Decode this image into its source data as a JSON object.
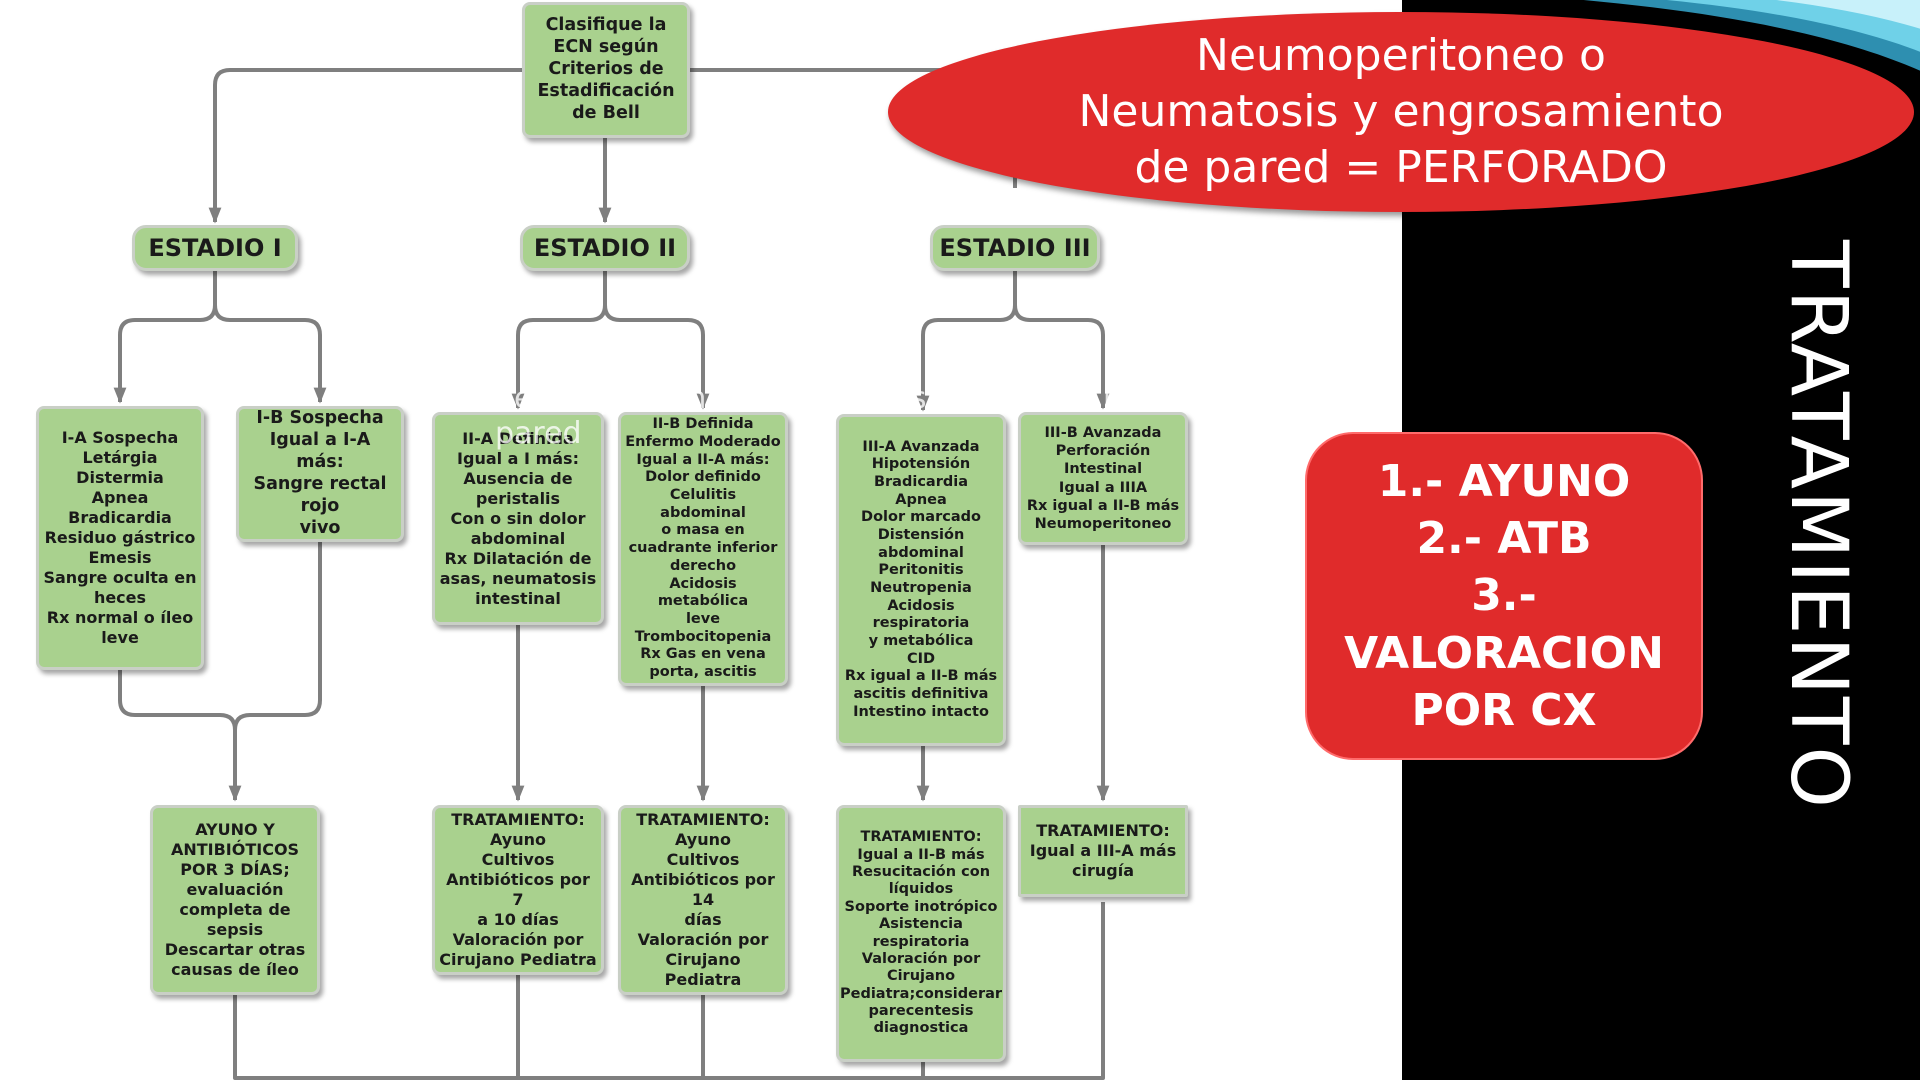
{
  "colors": {
    "node_fill": "#a9d18e",
    "connector": "#7f7f7f",
    "accent_red": "#e02b2b",
    "panel_black": "#000000"
  },
  "diagram": {
    "root": "Clasifique la\nECN según\nCriterios de\nEstadificación\nde Bell",
    "stages": [
      "ESTADIO I",
      "ESTADIO II",
      "ESTADIO III"
    ],
    "criteria": {
      "ia": "I-A Sospecha\nLetárgia\nDistermia\nApnea\nBradicardia\nResiduo gástrico\nEmesis\nSangre oculta en\nheces\nRx normal o íleo\nleve",
      "ib": "I-B Sospecha\nIgual a I-A más:\nSangre rectal\nrojo\nvivo",
      "iia": "II-A Definida\nIgual a I más:\nAusencia de\nperistalis\nCon o sin dolor\nabdominal\nRx Dilatación de\nasas, neumatosis\nintestinal",
      "iib": "II-B Definida\nEnfermo Moderado\nIgual a II-A más:\nDolor definido\nCelulitis abdominal\no masa en\ncuadrante inferior\nderecho\nAcidosis metabólica\nleve\nTrombocitopenia\nRx Gas en vena\nporta, ascitis",
      "iiia": "III-A Avanzada\nHipotensión\nBradicardia\nApnea\nDolor marcado\nDistensión\nabdominal\nPeritonitis\nNeutropenia\nAcidosis\nrespiratoria\ny metabólica\nCID\nRx igual a II-B más\nascitis definitiva\nIntestino intacto",
      "iiib": "III-B Avanzada\nPerforación\nIntestinal\nIgual a IIIA\nRx igual a II-B más\nNeumoperitoneo"
    },
    "treatments": {
      "i": "AYUNO Y\nANTIBIÓTICOS\nPOR 3 DÍAS;\nevaluación\ncompleta de\nsepsis\nDescartar otras\ncausas de íleo",
      "iia": "TRATAMIENTO:\nAyuno\nCultivos\nAntibióticos por 7\na 10 días\nValoración por\nCirujano Pediatra",
      "iib": "TRATAMIENTO:\nAyuno\nCultivos\nAntibióticos por\n14\ndías\nValoración por\nCirujano Pediatra",
      "iiia": "TRATAMIENTO:\nIgual a II-B más\nResucitación con\nlíquidos\nSoporte inotrópico\nAsistencia\nrespiratoria\nValoración por\nCirujano\nPediatra;considerar\nparecentesis\ndiagnostica",
      "iiib": "TRATAMIENTO:\nIgual a III-A más\ncirugía"
    }
  },
  "callout": "Neumoperitoneo o\nNeumatosis  y engrosamiento\nde pared = PERFORADO",
  "ghost_text": "neumoperitoneo neumatosis más en\nde la pared",
  "treatment_box": "1.- AYUNO\n2.- ATB\n3.-\nVALORACION\nPOR CX",
  "side_title": "TRATAMIENTO"
}
